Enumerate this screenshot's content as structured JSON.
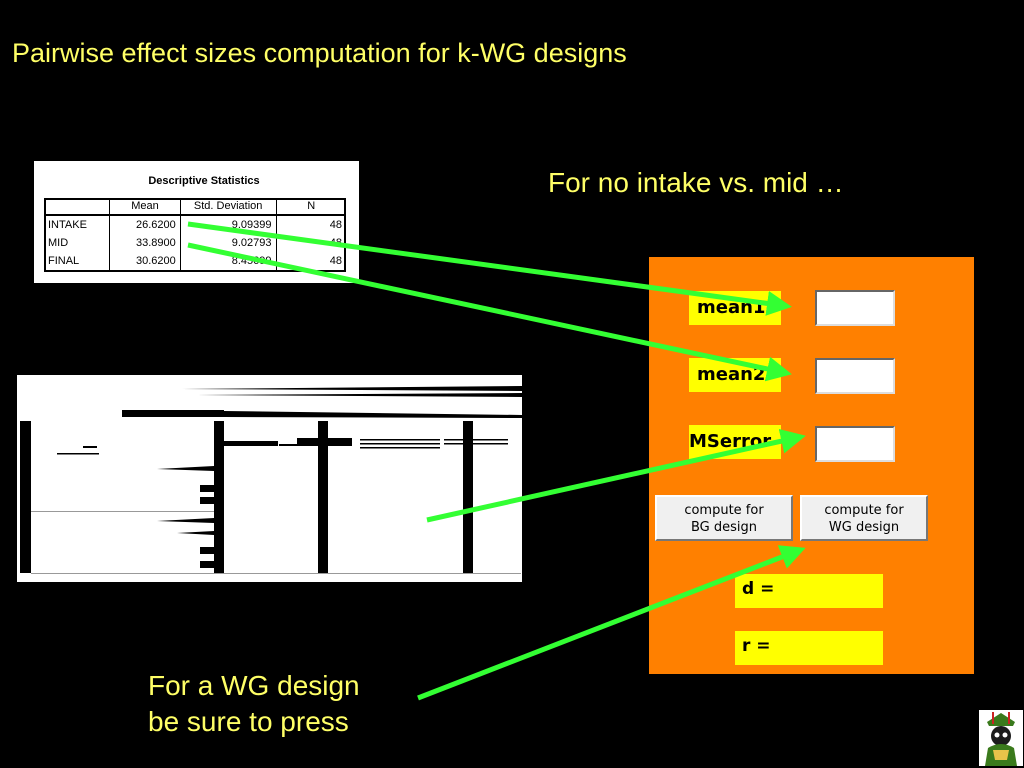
{
  "slide": {
    "title": "Pairwise effect sizes computation for k-WG designs",
    "subtitle": "For no intake vs. mid …",
    "note_line1": "For a WG design",
    "note_line2": "be sure to press"
  },
  "stats_table": {
    "title": "Descriptive Statistics",
    "headers": [
      "",
      "Mean",
      "Std. Deviation",
      "N"
    ],
    "rows": [
      {
        "label": "INTAKE",
        "mean": "26.6200",
        "sd": "9.09399",
        "n": "48"
      },
      {
        "label": "MID",
        "mean": "33.8900",
        "sd": "9.02793",
        "n": "48"
      },
      {
        "label": "FINAL",
        "mean": "30.6200",
        "sd": "8.45699",
        "n": "48"
      }
    ]
  },
  "calculator": {
    "mean1_label": "mean1",
    "mean2_label": "mean2",
    "mserror_label": "MSerror",
    "mean1_value": "",
    "mean2_value": "",
    "mserror_value": "",
    "bg_button": "compute for\nBG design",
    "wg_button": "compute for\nWG design",
    "d_label": "d =",
    "r_label": "r ="
  },
  "colors": {
    "background": "#000000",
    "text": "#ffff66",
    "panel": "#ff8000",
    "label_fill": "#ffff00",
    "arrow": "#33ff33"
  }
}
